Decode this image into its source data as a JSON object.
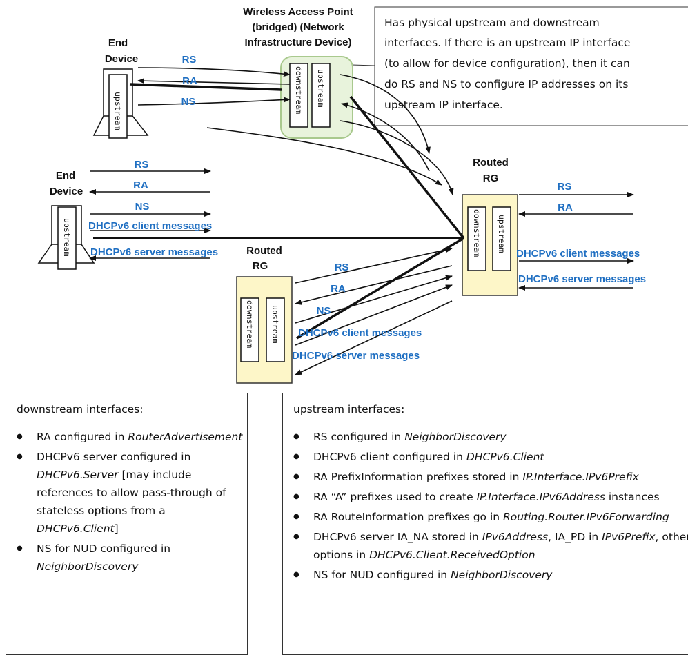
{
  "nodes": {
    "wap_title": [
      "Wireless Access Point",
      "(bridged) (Network",
      "Infrastructure Device)"
    ],
    "end_device_1": [
      "End",
      "Device"
    ],
    "end_device_2": [
      "End",
      "Device"
    ],
    "routed_rg_right": [
      "Routed",
      "RG"
    ],
    "routed_rg_center": [
      "Routed",
      "RG"
    ]
  },
  "interfaces": {
    "upstream": "upstream",
    "downstream": "downstream"
  },
  "callout": [
    "Has physical upstream and downstream",
    "interfaces. If there is an upstream IP interface",
    "(to allow for device configuration), then it can",
    "do RS and NS to configure IP addresses on its",
    "upstream IP interface."
  ],
  "messages": {
    "rs": "RS",
    "ra": "RA",
    "ns": "NS",
    "dhcp_client": "DHCPv6 client messages",
    "dhcp_server": "DHCPv6 server messages"
  },
  "colors": {
    "blue_label": "#1f6fc2",
    "rg_fill": "#fdf6c8",
    "wap_fill": "#e8f3dc"
  },
  "downstream_box": {
    "heading": "downstream interfaces:",
    "items": [
      [
        "RA configured in ",
        "RouterAdvertisement"
      ],
      [
        "DHCPv6 server configured in ",
        "DHCPv6.Server",
        " [may include references to allow pass-through of stateless options from a ",
        "DHCPv6.Client",
        "]"
      ],
      [
        "NS for NUD configured in ",
        "NeighborDiscovery"
      ]
    ]
  },
  "upstream_box": {
    "heading": "upstream interfaces:",
    "items": [
      [
        "RS configured in ",
        "NeighborDiscovery"
      ],
      [
        "DHCPv6 client configured in ",
        "DHCPv6.Client"
      ],
      [
        "RA PrefixInformation prefixes stored in ",
        "IP.Interface.IPv6Prefix"
      ],
      [
        "RA “A” prefixes used to create ",
        "IP.Interface.IPv6Address",
        " instances"
      ],
      [
        "RA RouteInformation prefixes go in ",
        "Routing.Router.IPv6Forwarding"
      ],
      [
        "DHCPv6 server IA_NA stored in ",
        "IPv6Address",
        ", IA_PD in ",
        "IPv6Prefix",
        ", other options in ",
        "DHCPv6.Client.ReceivedOption"
      ],
      [
        "NS for NUD configured in ",
        "NeighborDiscovery"
      ]
    ]
  }
}
